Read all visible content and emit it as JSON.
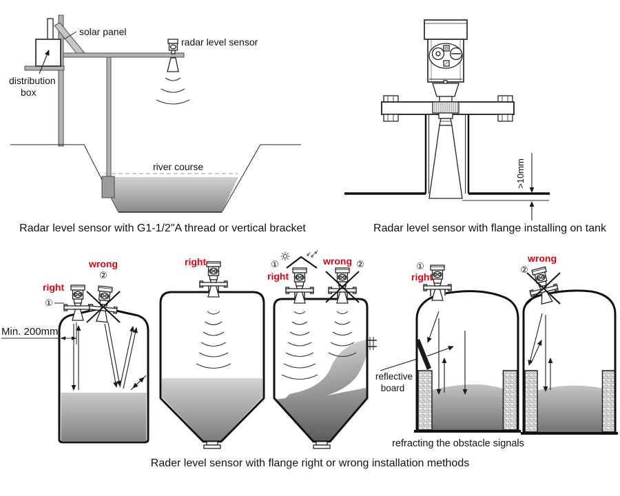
{
  "colors": {
    "accent_red": "#e60012",
    "line": "#1a1a1a",
    "metal_gray": "#b3b3b3"
  },
  "scene1": {
    "labels": {
      "solar_panel": "solar panel",
      "distribution_line1": "distribution",
      "distribution_line2": "box",
      "radar_sensor": "radar level sensor",
      "river_course": "river course"
    },
    "caption": "Radar level sensor with G1-1/2\"A thread or vertical bracket"
  },
  "scene2": {
    "gap_label": ">10mm",
    "caption": "Radar level sensor with flange installing on tank"
  },
  "scene3": {
    "labels": {
      "right": "right",
      "wrong": "wrong",
      "num1": "①",
      "num2": "②",
      "min_distance": "Min. 200mm",
      "reflective_line1": "reflective",
      "reflective_line2": "board",
      "refracting": "refracting the obstacle signals"
    },
    "caption": "Rader level sensor with flange right or wrong installation methods"
  }
}
